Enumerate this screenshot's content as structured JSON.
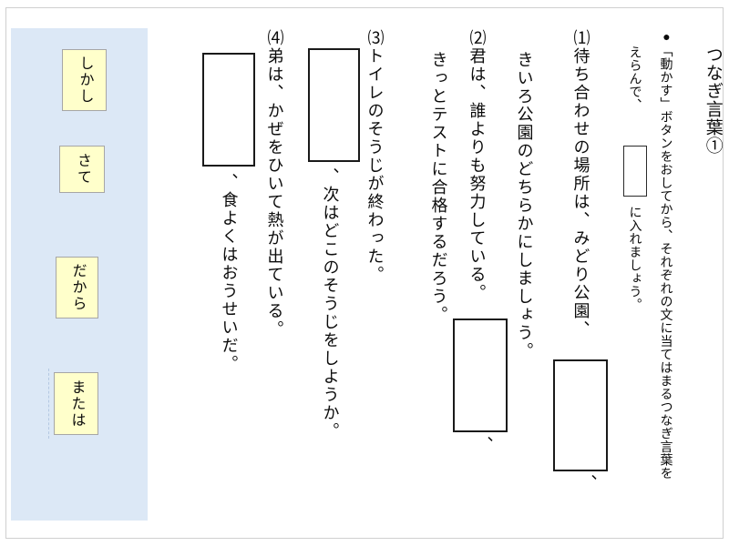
{
  "page": {
    "title": "つなぎ言葉①"
  },
  "instructions": {
    "line1": "●「動かす」ボタンをおしてから、それぞれの文に当てはまるつなぎ言葉を",
    "line2_before_box": "えらんで、",
    "line2_after_box": "に入れましょう。"
  },
  "questions": [
    {
      "number": "(1)",
      "col1": "⑴待ち合わせの場所は、みどり公園、",
      "after_box": "、",
      "col2": "きいろ公園のどちらかにしましょう。"
    },
    {
      "number": "(2)",
      "col1": "⑵君は、誰よりも努力している。",
      "after_box": "、",
      "col2": "きっとテストに合格するだろう。"
    },
    {
      "number": "(3)",
      "col1": "⑶トイレのそうじが終わった。",
      "col2": "、次はどこのそうじをしようか。"
    },
    {
      "number": "(4)",
      "col1": "⑷弟は、かぜをひいて熱が出ている。",
      "col2": "、食よくはおうせいだ。"
    }
  ],
  "word_bank": {
    "items": [
      "しかし",
      "さて",
      "だから",
      "または"
    ]
  },
  "colors": {
    "panel_background": "#dce8f6",
    "card_background": "#ffffcb",
    "card_border": "#a6a6a6",
    "box_border": "#1a1a1a",
    "text": "#0b0b0b"
  }
}
